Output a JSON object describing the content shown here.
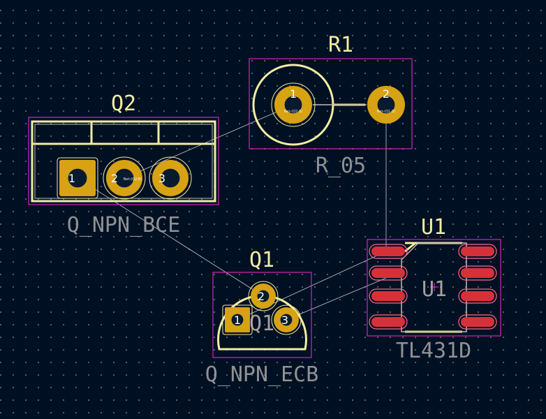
{
  "board": {
    "colors": {
      "background": "#001023",
      "silkscreen": "#f2eda1",
      "courtyard": "#ff26e2",
      "pad_gold": "#d7a214",
      "smd_pad": "#d6313a",
      "value_text": "#8f9192",
      "ratsnest": "#c8c8c8"
    }
  },
  "components": {
    "R1": {
      "reference": "R1",
      "value": "R_05",
      "pins": [
        "1",
        "2"
      ]
    },
    "Q2": {
      "reference": "Q2",
      "value": "Q_NPN_BCE",
      "pins": [
        "1",
        "2",
        "3"
      ]
    },
    "Q1": {
      "reference": "Q1",
      "value": "Q_NPN_ECB",
      "fab_reference": "Q1",
      "pins": [
        "1",
        "2",
        "3"
      ]
    },
    "U1": {
      "reference": "U1",
      "value": "TL431D",
      "fab_reference": "U1"
    }
  },
  "net_labels": [
    "Net-(Q1-B)",
    "Net-(Q2-B)"
  ]
}
